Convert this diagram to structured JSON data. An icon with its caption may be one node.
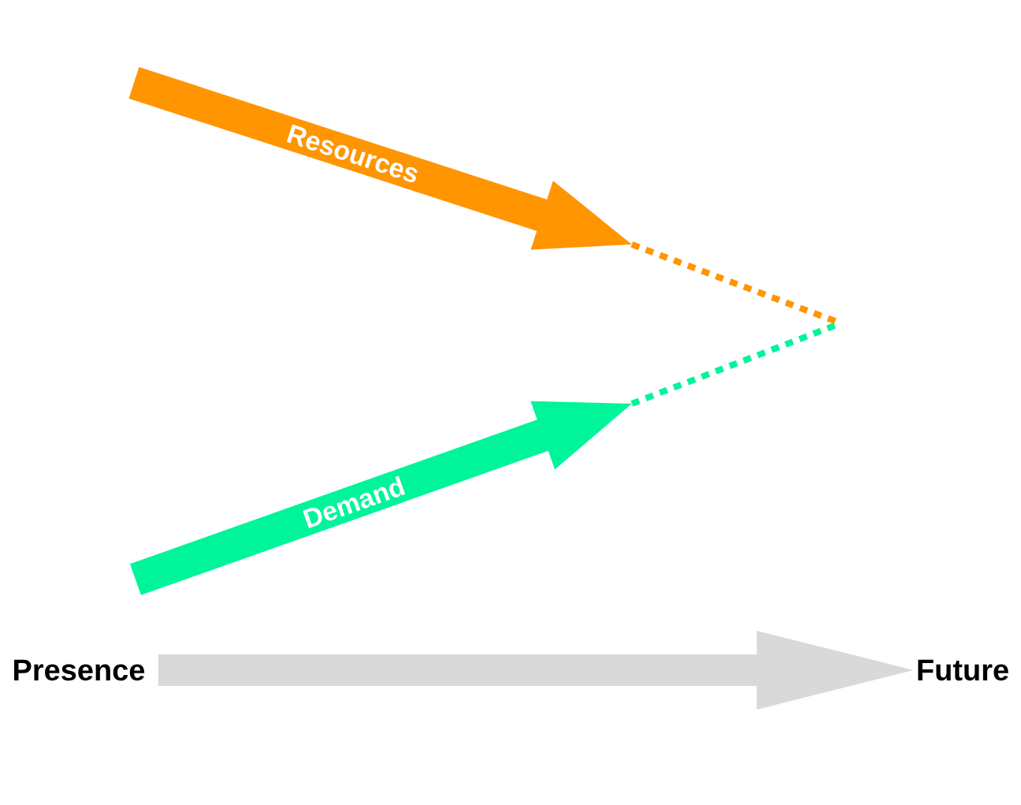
{
  "diagram": {
    "nodes": [
      {
        "text": [
          "Presence"
        ]
      },
      {
        "text": [
          "Future"
        ]
      }
    ],
    "edges": [
      {
        "from": 0,
        "to": 1,
        "arrow": "to"
      }
    ],
    "labels": [
      "Resources",
      "Demand"
    ]
  }
}
